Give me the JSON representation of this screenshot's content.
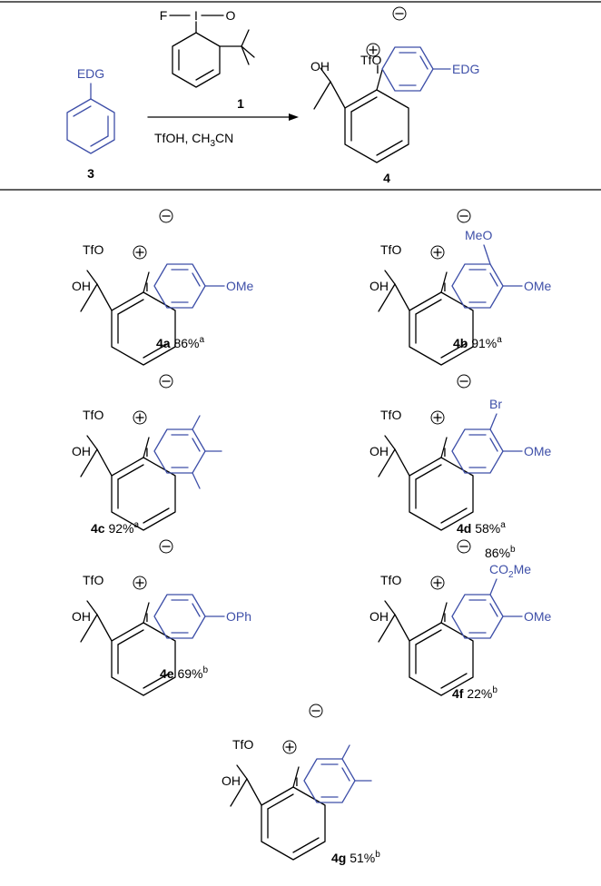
{
  "colors": {
    "aryl": "#3E4FA8",
    "core": "#000000"
  },
  "scheme": {
    "reagent_number": "1",
    "reagent_F": "F",
    "reagent_I": "I",
    "reagent_O": "O",
    "substrate_number": "3",
    "substrate_label": "EDG",
    "conditions_main": "TfOH, CH",
    "conditions_sub": "3",
    "conditions_tail": "CN",
    "product_number": "4",
    "product_EDG": "EDG"
  },
  "common": {
    "counterion": "TfO",
    "hydroxyl": "OH",
    "iodine": "I",
    "minus": "−",
    "plus": "+"
  },
  "products": [
    {
      "id": "4a",
      "yield": " 86%",
      "note": "a",
      "label1": "OMe"
    },
    {
      "id": "4b",
      "yield": " 91%",
      "note": "a",
      "label1": "OMe",
      "label2": "MeO"
    },
    {
      "id": "4c",
      "yield": " 92%",
      "note": "a"
    },
    {
      "id": "4d",
      "yield": " 58%",
      "note": "a",
      "label1": "OMe",
      "label2": "Br",
      "extra_yield": "86%",
      "extra_note": "b"
    },
    {
      "id": "4e",
      "yield": "  69%",
      "note": "b",
      "label1": "OPh"
    },
    {
      "id": "4f",
      "yield": " 22%",
      "note": "b",
      "label1": "OMe",
      "label2a": "CO",
      "label2b": "2",
      "label2c": "Me"
    },
    {
      "id": "4g",
      "yield": " 51%",
      "note": "b"
    }
  ]
}
